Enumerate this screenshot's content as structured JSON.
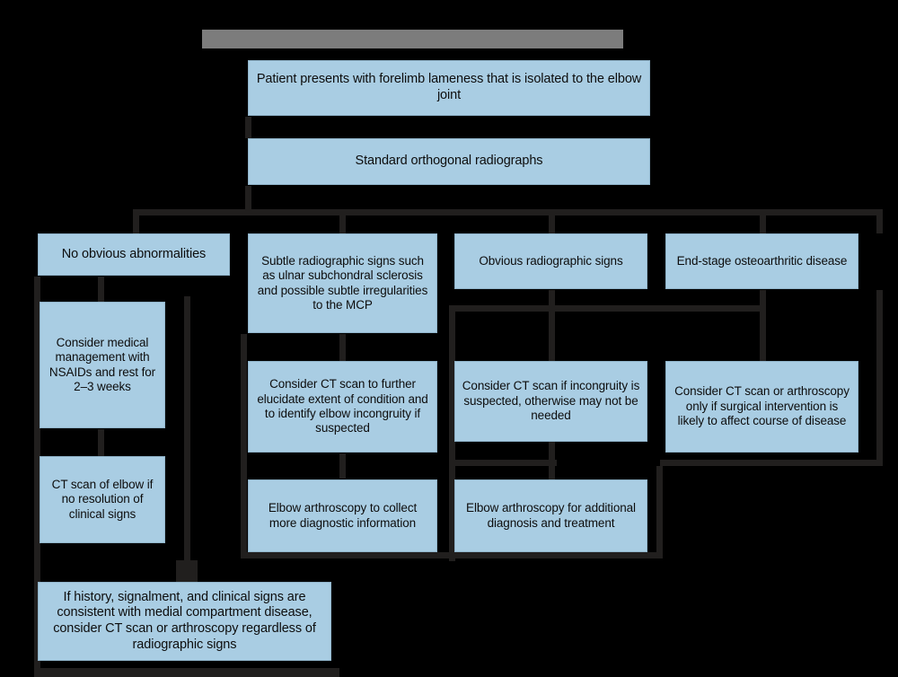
{
  "diagram": {
    "title_bar": {
      "label": ""
    },
    "palette": {
      "background": "#000000",
      "box_fill": "#a9cde3",
      "box_border": "#8fb3c9",
      "connector": "#211f1e",
      "title_bar": "#7c7c7c",
      "text": "#0d0d0d"
    },
    "nodes": {
      "start": "Patient presents with forelimb lameness that is isolated to the elbow joint",
      "radiographs": "Standard orthogonal radiographs",
      "branch_1": "No obvious abnormalities",
      "branch_1_step_1": "Consider medical management with NSAIDs and rest for 2–3 weeks",
      "branch_1_step_2": "CT scan of elbow if no resolution of clinical signs",
      "branch_2": "Subtle radiographic signs such as ulnar subchondral sclerosis and possible subtle irregularities to the MCP",
      "branch_2_step_1": "Consider CT scan to further elucidate extent of condition and to identify elbow incongruity if suspected",
      "branch_2_step_2": "Elbow arthroscopy to collect more diagnostic information",
      "branch_3": "Obvious radiographic signs",
      "branch_3_step_1": "Consider CT scan if incongruity is suspected, otherwise may not be needed",
      "branch_3_step_2": "Elbow arthroscopy for additional diagnosis and treatment",
      "branch_4": "End-stage osteoarthritic disease",
      "branch_4_step_1": "Consider CT scan or arthroscopy only if surgical intervention is likely to affect course of disease",
      "footnote": "If history, signalment, and clinical signs are consistent with medial compartment disease, consider CT scan or arthroscopy regardless of radiographic signs"
    }
  }
}
